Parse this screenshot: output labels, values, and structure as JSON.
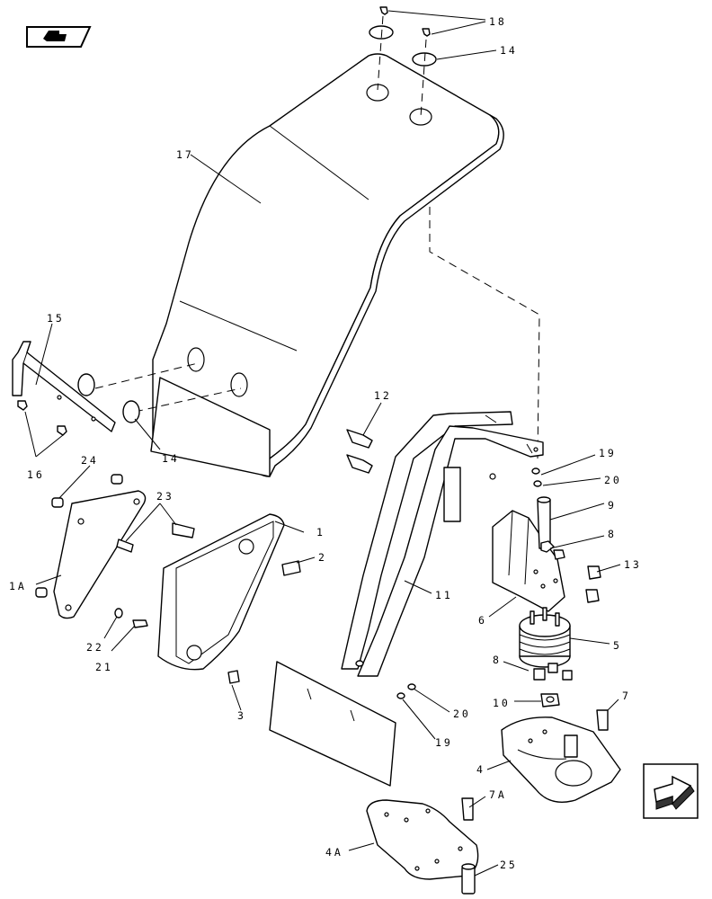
{
  "labels": {
    "c1": "1",
    "c1a": "1A",
    "c2": "2",
    "c3": "3",
    "c4": "4",
    "c4a": "4A",
    "c5": "5",
    "c6": "6",
    "c7": "7",
    "c7a": "7A",
    "c8a": "8",
    "c8b": "8",
    "c9": "9",
    "c10": "10",
    "c11": "11",
    "c12": "12",
    "c13": "13",
    "c14a": "14",
    "c14b": "14",
    "c15": "15",
    "c16": "16",
    "c17": "17",
    "c18": "18",
    "c19a": "19",
    "c19b": "19",
    "c20a": "20",
    "c20b": "20",
    "c21": "21",
    "c22": "22",
    "c23": "23",
    "c24": "24",
    "c25": "25"
  },
  "icons": {
    "top_left": "book-arrow-icon",
    "bottom_right": "next-page-arrow-icon"
  }
}
